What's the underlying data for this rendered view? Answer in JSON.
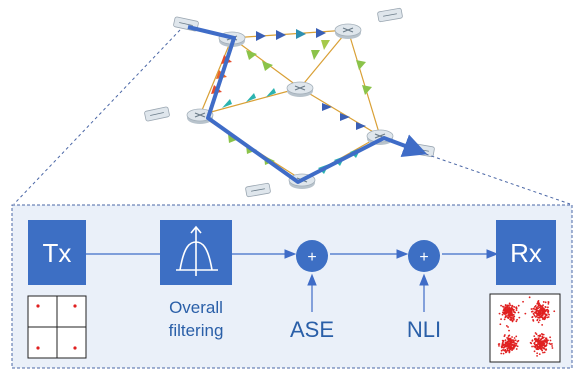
{
  "blocks": {
    "tx": "Tx",
    "rx": "Rx",
    "filter_label_line1": "Overall",
    "filter_label_line2": "filtering",
    "ase": "ASE",
    "nli": "NLI",
    "sum_symbol": "+"
  },
  "colors": {
    "block_fill": "#3d6fc4",
    "path_blue": "#3f6cc7",
    "label_blue": "#2a5fa8",
    "panel_bg": "#eaf0f9",
    "panel_border": "#4b67a6",
    "constellation_dot": "#e02020"
  },
  "icons": {
    "router": "router-icon",
    "terminal": "transceiver-icon",
    "amplifier": "amplifier-triangle-icon",
    "filter": "filter-response-icon"
  }
}
